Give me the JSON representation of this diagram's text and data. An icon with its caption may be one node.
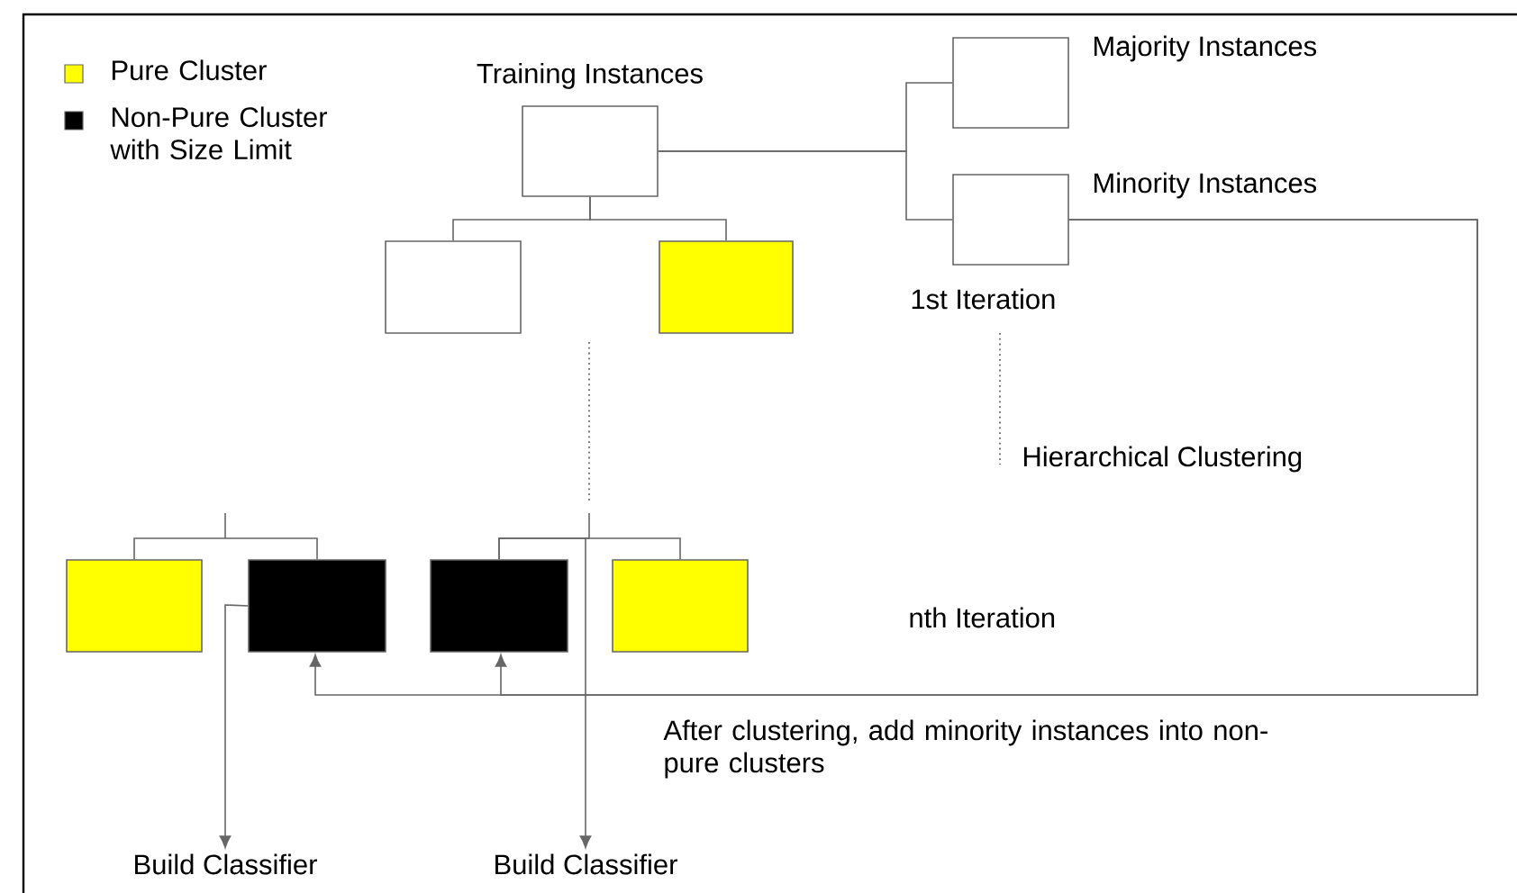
{
  "diagram": {
    "nodes": [
      {
        "text": [
          "Training Instances"
        ]
      },
      {
        "text": [
          "Majority Instances"
        ]
      },
      {
        "text": [
          "Minority Instances"
        ]
      },
      {
        "text": [],
        "shape": "box"
      },
      {
        "text": [],
        "shape": "box"
      },
      {
        "text": [],
        "shape": "box"
      },
      {
        "text": [],
        "shape": "box"
      },
      {
        "text": [],
        "shape": "box"
      },
      {
        "text": [],
        "shape": "box"
      },
      {
        "text": [
          "Build Classifier"
        ]
      },
      {
        "text": [
          "Build Classifier"
        ]
      }
    ],
    "edges": [
      {
        "from": 0,
        "to": 1,
        "arrow": "none"
      },
      {
        "from": 0,
        "to": 2,
        "arrow": "none"
      },
      {
        "from": 0,
        "to": 3,
        "arrow": "none"
      },
      {
        "from": 0,
        "to": 4,
        "arrow": "none"
      },
      {
        "from": 5,
        "to": 6,
        "arrow": "none"
      },
      {
        "from": 7,
        "to": 8,
        "arrow": "none"
      },
      {
        "from": 2,
        "to": 6,
        "arrow": "to"
      },
      {
        "from": 2,
        "to": 7,
        "arrow": "to"
      },
      {
        "from": 6,
        "to": 9,
        "arrow": "to"
      },
      {
        "from": 7,
        "to": 10,
        "arrow": "to"
      }
    ],
    "labels": [
      "1st Iteration",
      "Hierarchical Clustering",
      "nth Iteration",
      "After clustering, add minority instances into non-pure clusters"
    ],
    "legend": [
      {
        "text": "Pure Cluster",
        "color": "#ffff00"
      },
      {
        "text": "Non-Pure Cluster with Size Limit",
        "color": "#000000"
      }
    ]
  }
}
